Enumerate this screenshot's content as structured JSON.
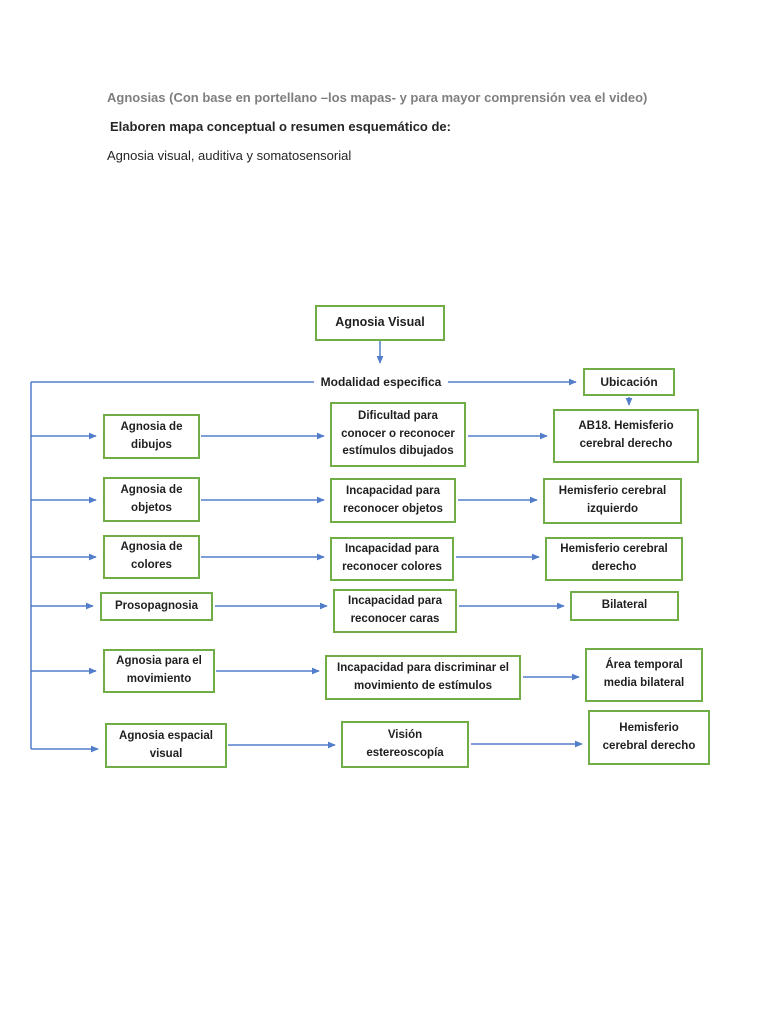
{
  "header": {
    "line1": "Agnosias (Con base en portellano –los mapas- y para mayor comprensión vea el video)",
    "line2": "Elaboren mapa conceptual o resumen esquemático de:",
    "line3": "Agnosia visual, auditiva y somatosensorial"
  },
  "diagram": {
    "root": "Agnosia Visual",
    "modality_header": "Modalidad especifica",
    "location_header": "Ubicación",
    "rows": [
      {
        "type": "Agnosia de dibujos",
        "description": "Dificultad para conocer o reconocer estímulos dibujados",
        "location": "AB18. Hemisferio cerebral derecho"
      },
      {
        "type": "Agnosia de objetos",
        "description": "Incapacidad para reconocer objetos",
        "location": "Hemisferio cerebral izquierdo"
      },
      {
        "type": "Agnosia de colores",
        "description": "Incapacidad para reconocer colores",
        "location": "Hemisferio cerebral derecho"
      },
      {
        "type": "Prosopagnosia",
        "description": "Incapacidad para reconocer caras",
        "location": "Bilateral"
      },
      {
        "type": "Agnosia para el movimiento",
        "description": "Incapacidad para discriminar el movimiento de estímulos",
        "location": "Área temporal media bilateral"
      },
      {
        "type": "Agnosia espacial visual",
        "description": "Visión estereoscopía",
        "location": "Hemisferio cerebral derecho"
      }
    ],
    "colors": {
      "box_border": "#70ad47",
      "arrow": "#4472c4",
      "heading_gray": "#7f7f7f",
      "text": "#1f1f1f"
    }
  }
}
